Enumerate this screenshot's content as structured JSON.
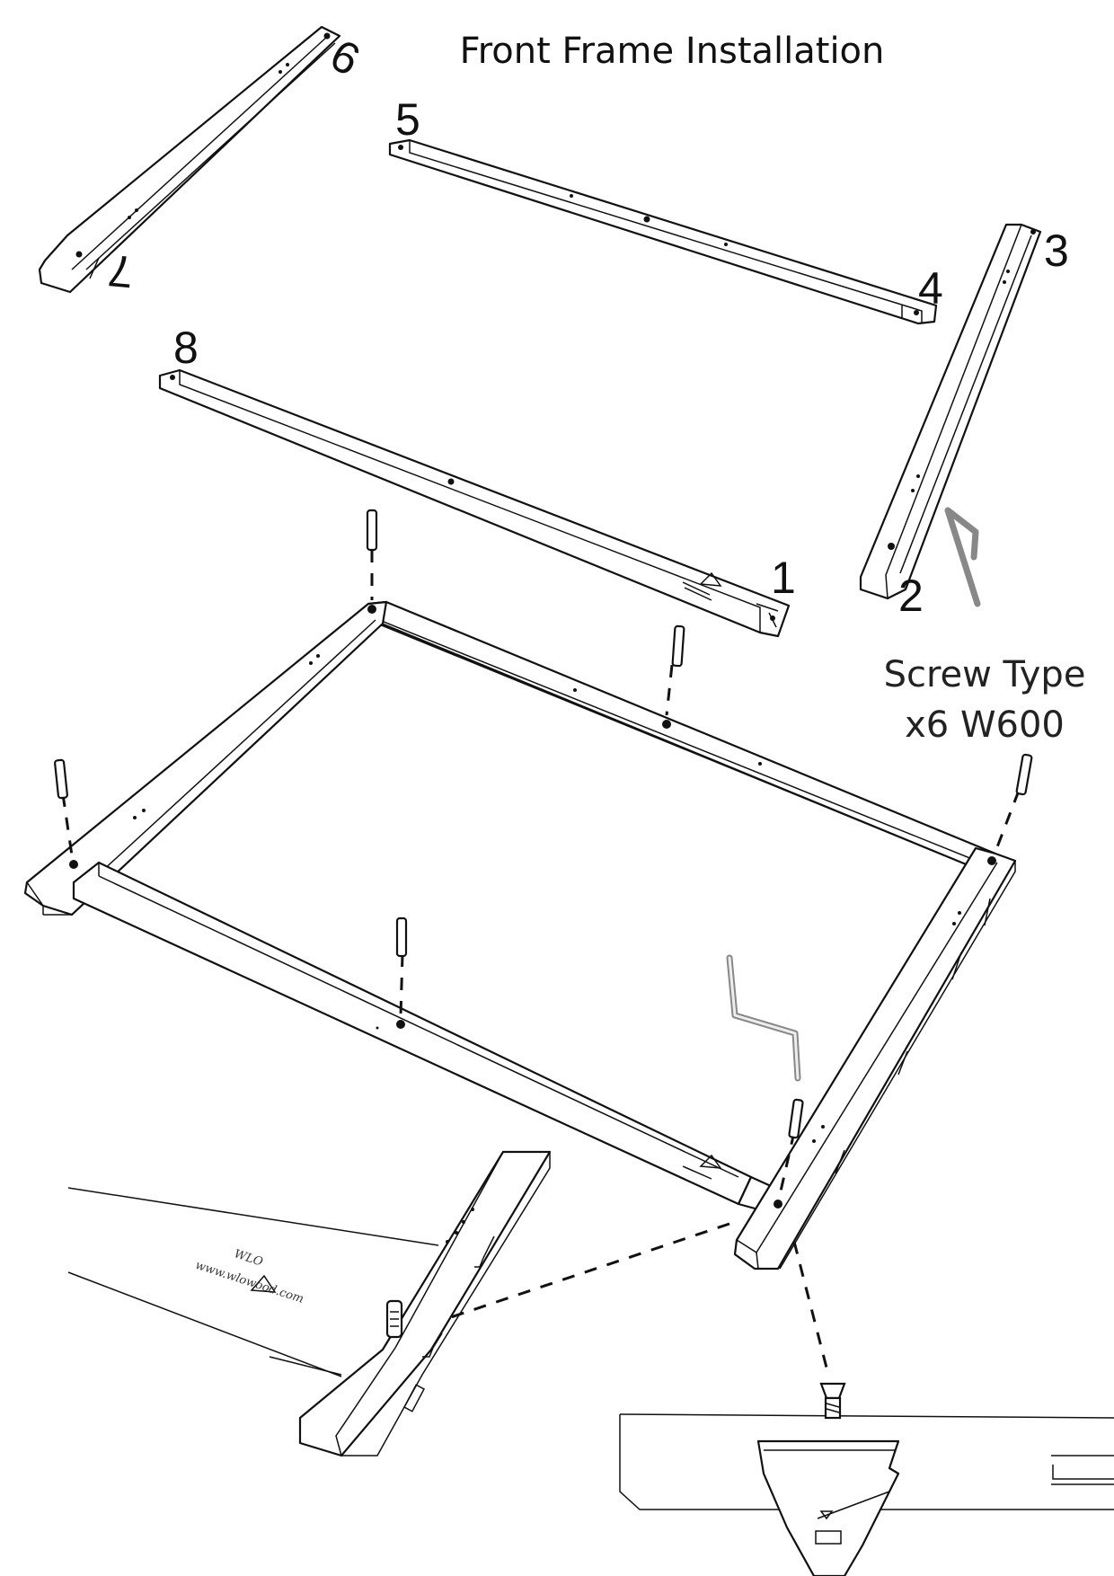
{
  "diagram": {
    "title": "Front Frame Installation",
    "callouts": [
      "1",
      "2",
      "3",
      "4",
      "5",
      "6",
      "7",
      "8"
    ],
    "note_line1": "Screw Type",
    "note_line2": "x6 W600",
    "brand_url": "www.wlowood.com",
    "brand_logo_letters": "WLO"
  }
}
